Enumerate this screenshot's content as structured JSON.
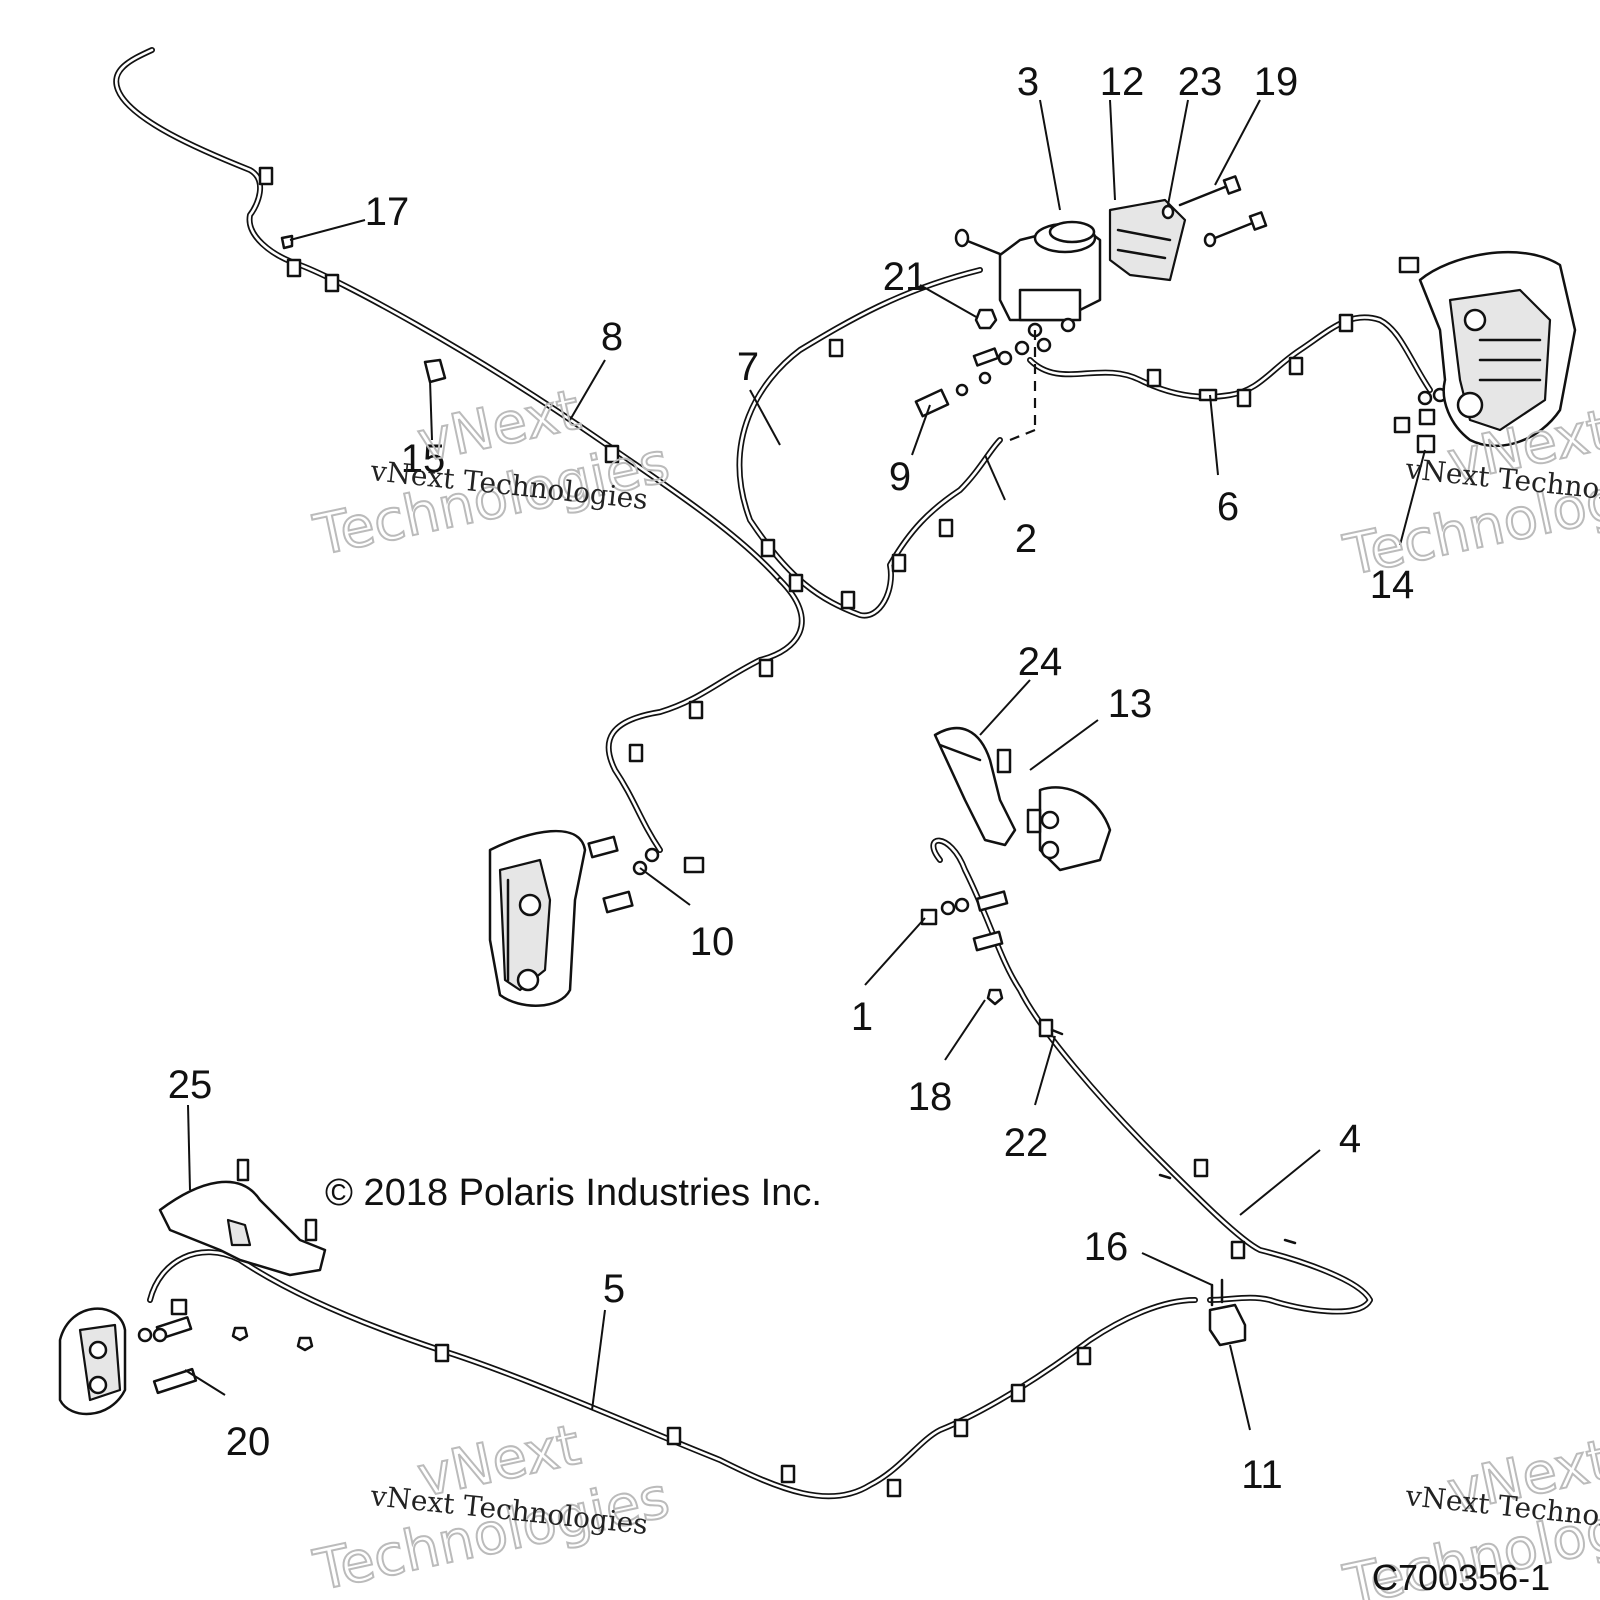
{
  "copyright": "© 2018 Polaris Industries Inc.",
  "drawing_id": "C700356-1",
  "watermark": {
    "line1": "vNext Technologies",
    "word_a": "vNext",
    "word_b": "Technologies"
  },
  "callouts": [
    "1",
    "2",
    "3",
    "4",
    "5",
    "6",
    "7",
    "8",
    "9",
    "10",
    "11",
    "12",
    "13",
    "14",
    "15",
    "16",
    "17",
    "18",
    "19",
    "20",
    "21",
    "22",
    "23",
    "24",
    "25"
  ]
}
